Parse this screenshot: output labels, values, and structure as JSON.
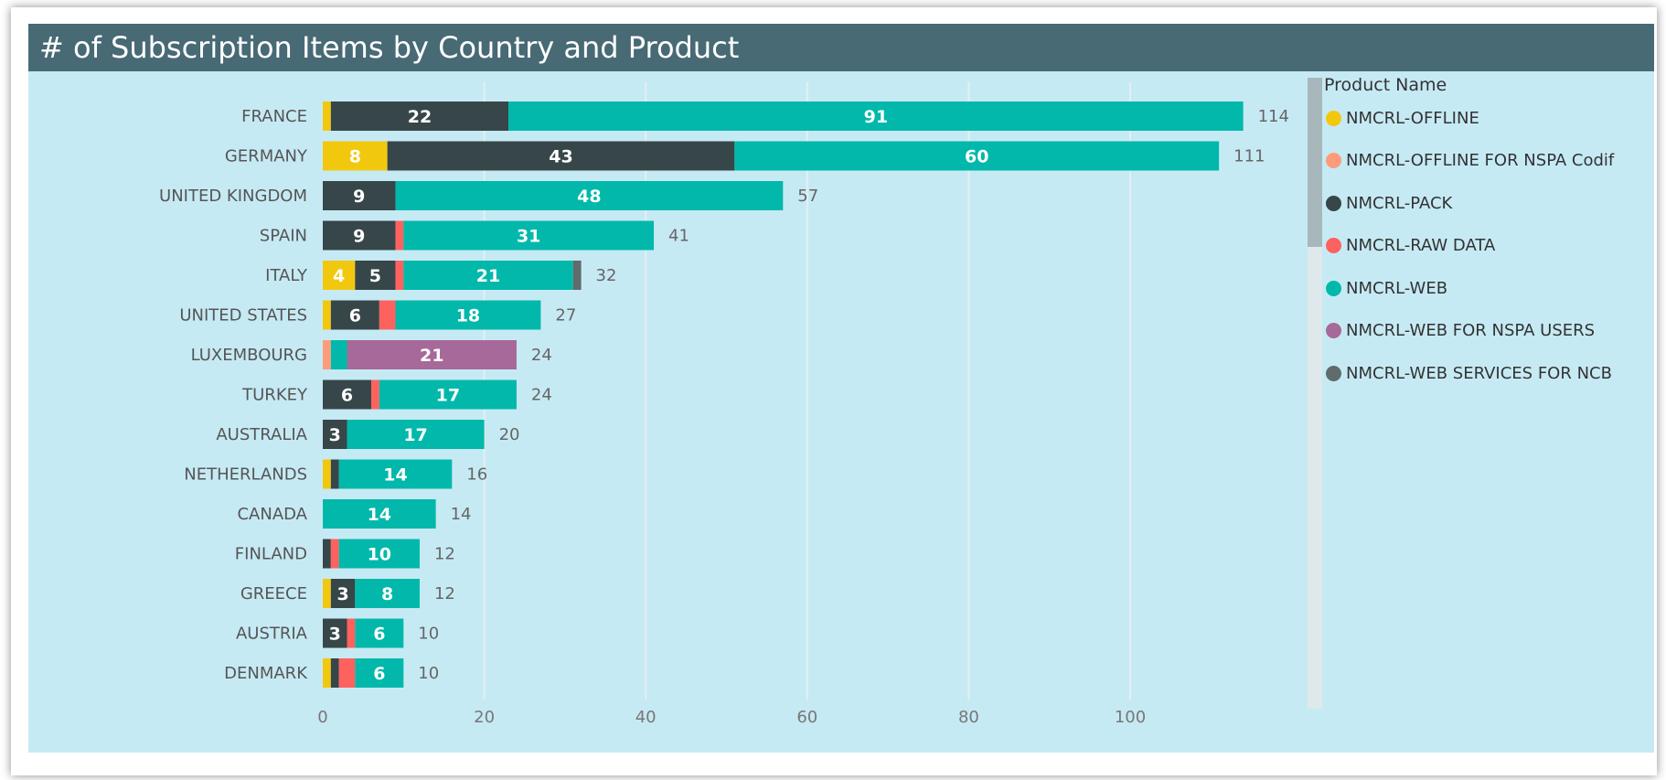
{
  "chart_data": {
    "type": "bar",
    "orientation": "horizontal",
    "stacked": true,
    "title": "# of Subscription Items by Country and Product",
    "legend_title": "Product Name",
    "legend_position": "right",
    "xlim": [
      0,
      120
    ],
    "x_ticks": [
      0,
      20,
      40,
      60,
      80,
      100
    ],
    "grid": true,
    "categories": [
      "FRANCE",
      "GERMANY",
      "UNITED KINGDOM",
      "SPAIN",
      "ITALY",
      "UNITED STATES",
      "LUXEMBOURG",
      "TURKEY",
      "AUSTRALIA",
      "NETHERLANDS",
      "CANADA",
      "FINLAND",
      "GREECE",
      "AUSTRIA",
      "DENMARK"
    ],
    "totals": [
      114,
      111,
      57,
      41,
      32,
      27,
      24,
      24,
      20,
      16,
      14,
      12,
      12,
      10,
      10
    ],
    "series": [
      {
        "name": "NMCRL-OFFLINE",
        "color": "#f2c80f",
        "values": [
          1,
          8,
          0,
          0,
          4,
          1,
          0,
          0,
          0,
          1,
          0,
          0,
          1,
          0,
          1
        ]
      },
      {
        "name": "NMCRL-OFFLINE FOR NSPA Codif",
        "color": "#fd9c7a",
        "values": [
          0,
          0,
          0,
          0,
          0,
          0,
          1,
          0,
          0,
          0,
          0,
          0,
          0,
          0,
          0
        ]
      },
      {
        "name": "NMCRL-PACK",
        "color": "#374649",
        "values": [
          22,
          43,
          9,
          9,
          5,
          6,
          0,
          6,
          3,
          1,
          0,
          1,
          3,
          3,
          1
        ]
      },
      {
        "name": "NMCRL-RAW DATA",
        "color": "#fd625e",
        "values": [
          0,
          0,
          0,
          1,
          1,
          2,
          0,
          1,
          0,
          0,
          0,
          1,
          0,
          1,
          2
        ]
      },
      {
        "name": "NMCRL-WEB",
        "color": "#01b8aa",
        "values": [
          91,
          60,
          48,
          31,
          21,
          18,
          2,
          17,
          17,
          14,
          14,
          10,
          8,
          6,
          6
        ]
      },
      {
        "name": "NMCRL-WEB FOR NSPA USERS",
        "color": "#a66999",
        "values": [
          0,
          0,
          0,
          0,
          0,
          0,
          21,
          0,
          0,
          0,
          0,
          0,
          0,
          0,
          0
        ]
      },
      {
        "name": "NMCRL-WEB SERVICES FOR NCB",
        "color": "#5f6b6d",
        "values": [
          0,
          0,
          0,
          0,
          1,
          0,
          0,
          0,
          0,
          0,
          0,
          0,
          0,
          0,
          0
        ]
      }
    ]
  }
}
